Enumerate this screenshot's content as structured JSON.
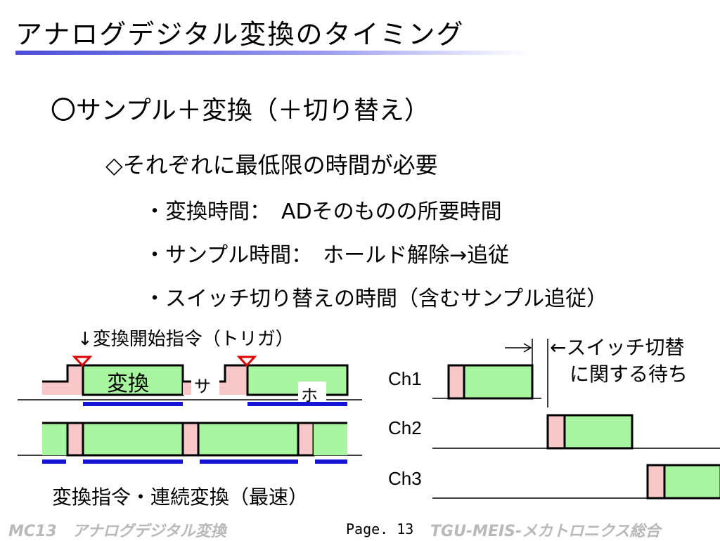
{
  "slide": {
    "title": "アナログデジタル変換のタイミング",
    "heading": "〇サンプル＋変換（＋切り替え）",
    "subheading": "◇それぞれに最低限の時間が必要",
    "bullets": [
      "・変換時間：　ADそのものの所要時間",
      "・サンプル時間：　ホールド解除→追従",
      "・スイッチ切り替えの時間（含むサンプル追従）"
    ]
  },
  "diagram": {
    "trigger_label": "↓変換開始指令（トリガ）",
    "conversion_label": "変換",
    "sample_label": "サ",
    "hold_label": "ホ",
    "caption": "変換指令・連続変換（最速）",
    "channels": [
      "Ch1",
      "Ch2",
      "Ch3"
    ],
    "wait_line1": "←スイッチ切替",
    "wait_line2": "に関する待ち",
    "colors": {
      "conversion": "#a8f5a0",
      "sample": "#f8c8c8",
      "hold_bar": "#1414d4",
      "trigger": "#e00000"
    }
  },
  "footer": {
    "left": "MC13　アナログデジタル変換",
    "page": "Page. 13",
    "right": "TGU-MEIS-メカトロニクス総合"
  }
}
